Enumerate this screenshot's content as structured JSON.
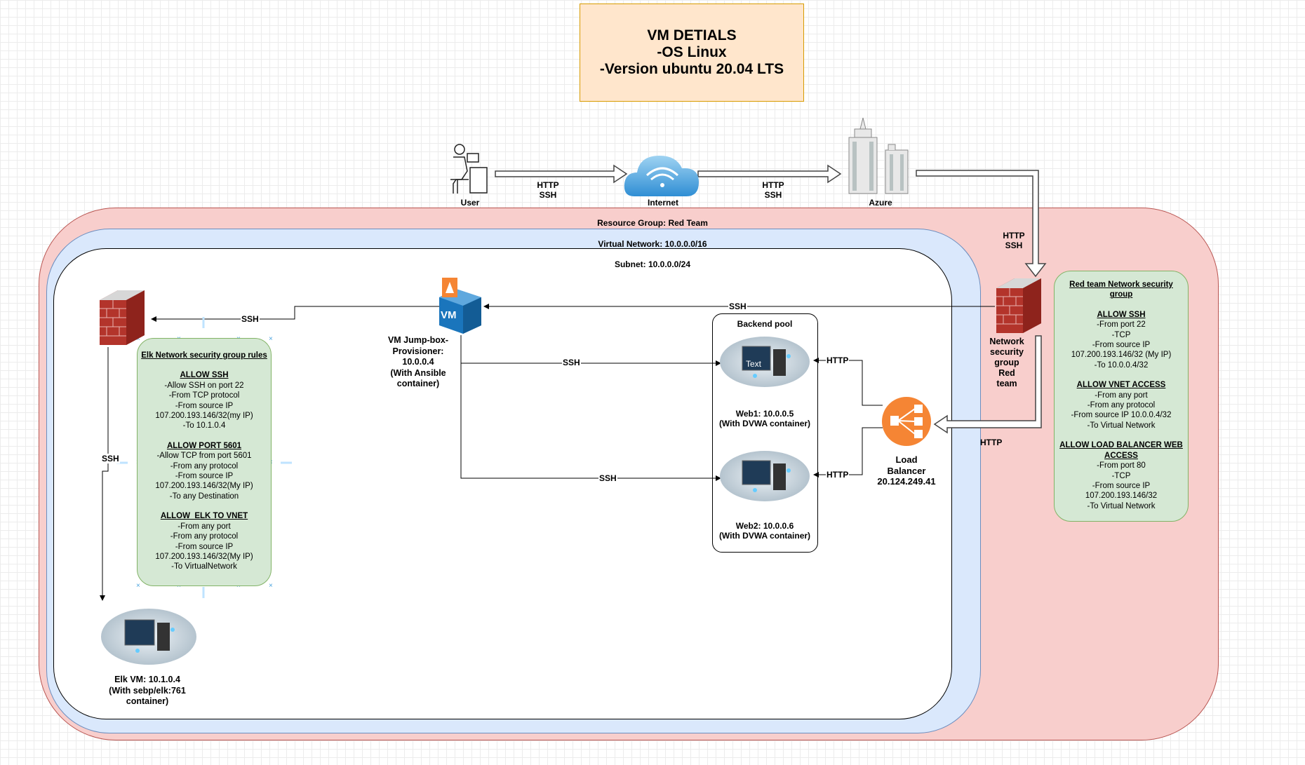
{
  "title": {
    "line1": "VM DETIALS",
    "line2": "-OS Linux",
    "line3": "-Version ubuntu 20.04 LTS"
  },
  "top": {
    "user": "User",
    "internet": "Internet",
    "azure": "Azure",
    "edge1_l1": "HTTP",
    "edge1_l2": "SSH",
    "edge2_l1": "HTTP",
    "edge2_l2": "SSH",
    "edge3_l1": "HTTP",
    "edge3_l2": "SSH"
  },
  "containers": {
    "resource_group": "Resource Group: Red Team",
    "virtual_network": "Virtual Network: 10.0.0.0/16",
    "subnet": "Subnet: 10.0.0.0/24"
  },
  "nsg": {
    "l1": "Network",
    "l2": "security",
    "l3": "group",
    "l4": "Red",
    "l5": "team"
  },
  "jumpbox": {
    "icon_text": "VM",
    "l1": "VM Jump-box-",
    "l2": "Provisioner:",
    "l3": "10.0.0.4",
    "l4": "(With Ansible",
    "l5": "container)"
  },
  "backend": {
    "title": "Backend pool",
    "text_overlay": "Text",
    "web1_l1": "Web1: 10.0.0.5",
    "web1_l2": "(With DVWA container)",
    "web2_l1": "Web2: 10.0.0.6",
    "web2_l2": "(With DVWA container)"
  },
  "lb": {
    "l1": "Load",
    "l2": "Balancer",
    "l3": "20.124.249.41"
  },
  "elk": {
    "l1": "Elk VM: 10.1.0.4",
    "l2": "(With sebp/elk:761",
    "l3": "container)"
  },
  "edges": {
    "nsg_to_jump": "SSH",
    "jump_to_elkfw": "SSH",
    "jump_to_web1": "SSH",
    "jump_to_web2": "SSH",
    "lb_to_web1": "HTTP",
    "lb_to_web2": "HTTP",
    "nsg_to_lb": "HTTP",
    "elkfw_to_elk": "SSH"
  },
  "elk_rules": {
    "title": "Elk Network security group rules",
    "s1": "ALLOW SSH",
    "s1a": "-Allow SSH on port 22",
    "s1b": "-From TCP protocol",
    "s1c": "-From source IP",
    "s1d": "107.200.193.146/32(my IP)",
    "s1e": "-To 10.1.0.4",
    "s2": "ALLOW PORT 5601",
    "s2a": "-Allow TCP from port 5601",
    "s2b": "-From any protocol",
    "s2c": "-From source IP",
    "s2d": "107.200.193.146/32(My IP)",
    "s2e": "-To any Destination",
    "s3": "ALLOW  ELK TO VNET",
    "s3a": "-From any port",
    "s3b": "-From any protocol",
    "s3c": "-From source IP",
    "s3d": "107.200.193.146/32(My IP)",
    "s3e": "-To VirtualNetwork"
  },
  "red_rules": {
    "title_l1": "Red team Network security",
    "title_l2": "group",
    "s1": "ALLOW SSH",
    "s1a": "-From port 22",
    "s1b": "-TCP",
    "s1c": "-From source IP",
    "s1d": "107.200.193.146/32 (My IP)",
    "s1e": "-To 10.0.0.4/32",
    "s2": "ALLOW VNET ACCESS",
    "s2a": "-From any port",
    "s2b": "-From any protocol",
    "s2c": "-From source IP 10.0.0.4/32",
    "s2d": "-To Virtual Network",
    "s3_l1": "ALLOW LOAD BALANCER WEB",
    "s3_l2": "ACCESS",
    "s3a": "-From port 80",
    "s3b": "-TCP",
    "s3c": "-From source IP",
    "s3d": "107.200.193.146/32",
    "s3e": "-To Virtual Network"
  },
  "colors": {
    "resource_group": "#f8cecc",
    "virtual_network": "#dae8fc",
    "rules_fill": "#d5e8d4",
    "title_fill": "#ffe6cc",
    "firewall_brick": "#c0392b",
    "lb_orange": "#f58534",
    "vm_blue": "#1a75bc"
  }
}
